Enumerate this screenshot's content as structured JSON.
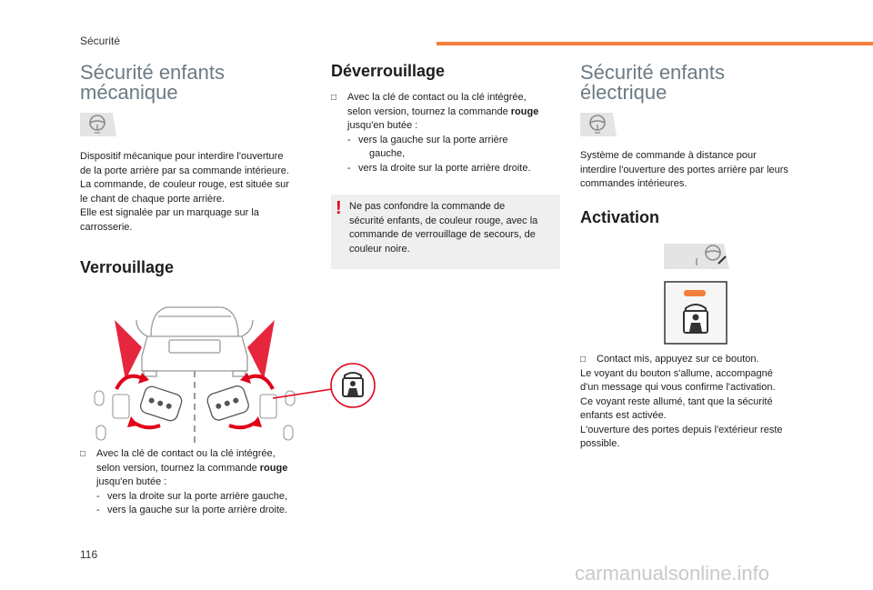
{
  "header": {
    "section": "Sécurité"
  },
  "left": {
    "title_line1": "Sécurité enfants",
    "title_line2": "mécanique",
    "desc": [
      "Dispositif mécanique pour interdire l'ouverture",
      "de la porte arrière par sa commande intérieure.",
      "La commande, de couleur rouge, est située sur",
      "le chant de chaque porte arrière.",
      "Elle est signalée par un marquage sur la",
      "carrosserie."
    ],
    "lock_heading": "Verrouillage",
    "lock_bullet": [
      "Avec la clé de contact ou la clé intégrée,",
      "selon version, tournez la commande "
    ],
    "lock_bold": "rouge",
    "lock_end": "jusqu'en butée :",
    "lock_dashes": [
      "vers la droite sur la porte arrière gauche,",
      "vers la gauche sur la porte arrière droite."
    ]
  },
  "middle": {
    "heading": "Déverrouillage",
    "bullet": [
      "Avec la clé de contact ou la clé intégrée,",
      "selon version, tournez la commande "
    ],
    "bold": "rouge",
    "end": "jusqu'en butée :",
    "dash1": [
      "vers la gauche sur la porte arrière",
      "gauche,"
    ],
    "dash2": "vers la droite sur la porte arrière droite.",
    "warning": [
      "Ne pas confondre la commande de",
      "sécurité enfants, de couleur rouge, avec la",
      "commande de verrouillage de secours, de",
      "couleur noire."
    ]
  },
  "right": {
    "title_line1": "Sécurité enfants",
    "title_line2": "électrique",
    "desc": [
      "Système de commande à distance pour",
      "interdire l'ouverture des portes arrière par leurs",
      "commandes intérieures."
    ],
    "activation_heading": "Activation",
    "bullet": "Contact mis, appuyez sur ce bouton.",
    "text": [
      "Le voyant du bouton s'allume, accompagné",
      "d'un message qui vous confirme l'activation.",
      "Ce voyant reste allumé, tant que la sécurité",
      "enfants est activée.",
      "L'ouverture des portes depuis l'extérieur reste",
      "possible."
    ]
  },
  "footer": {
    "page_number": "116",
    "watermark": "carmanualsonline.info"
  },
  "icons": {
    "bullet": "checkbox-bullet-icon",
    "warning": "exclamation-icon",
    "steering": "steering-wheel-icon",
    "child_lock": "child-lock-icon"
  },
  "colors": {
    "accent": "#f47f3c",
    "title_grey": "#6c7a83",
    "warning_red": "#e2001a",
    "note_bg": "#efefef"
  }
}
